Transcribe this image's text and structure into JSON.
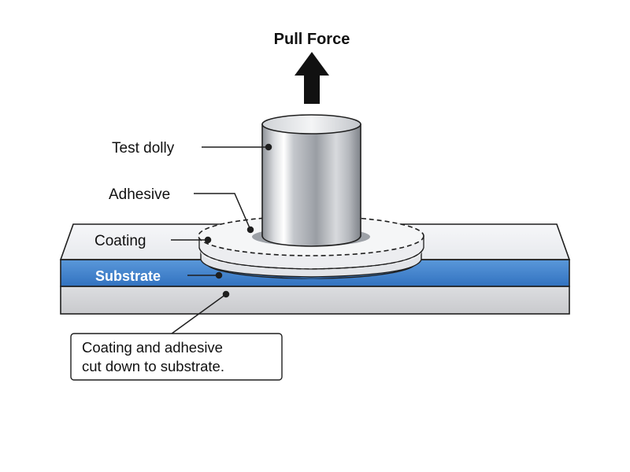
{
  "diagram": {
    "title": "Pull Force",
    "labels": {
      "test_dolly": "Test dolly",
      "adhesive": "Adhesive",
      "coating": "Coating",
      "substrate": "Substrate"
    },
    "note": {
      "line1": "Coating and adhesive",
      "line2": "cut down to substrate."
    },
    "colors": {
      "substrate_blue": "#3f84cf",
      "coating_top": "#eef0f4",
      "base_gray": "#d3d4d8",
      "outline": "#1f1f1f",
      "arrow": "#111111"
    }
  }
}
